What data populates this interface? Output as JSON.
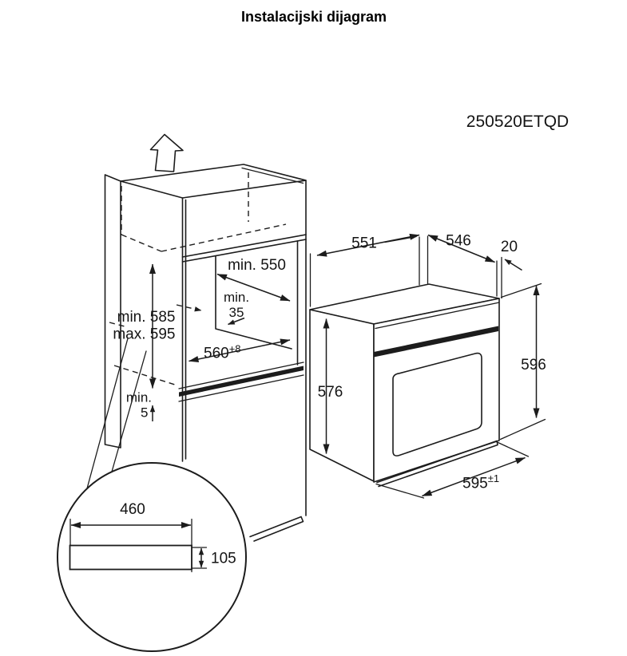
{
  "title": "Instalacijski dijagram",
  "model_number": "250520ETQD",
  "cabinet": {
    "niche_depth_label": "min. 550",
    "top_clearance_line1": "min.",
    "top_clearance_line2": "35",
    "niche_width_value": "560",
    "niche_width_tolerance": "+8",
    "niche_height_min_label": "min. 585",
    "niche_height_max_label": "max. 595",
    "bottom_clearance_line1": "min.",
    "bottom_clearance_line2": "5"
  },
  "oven": {
    "depth_label": "551",
    "top_depth_label": "546",
    "front_overhang_label": "20",
    "total_height_label": "596",
    "body_height_label": "576",
    "front_width_value": "595",
    "front_width_tolerance": "±1"
  },
  "detail_view": {
    "rail_length_label": "460",
    "rail_height_label": "105"
  }
}
